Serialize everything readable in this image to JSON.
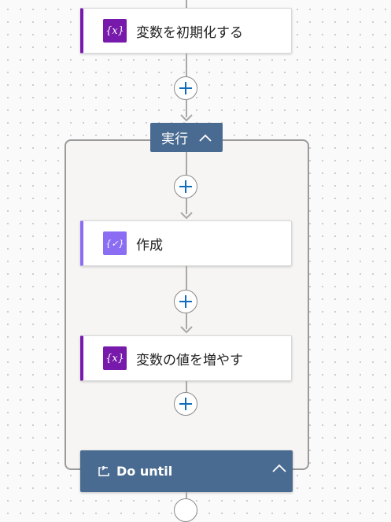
{
  "flow": {
    "initialize_variable": {
      "label": "変数を初期化する",
      "icon": "variable-icon",
      "icon_text": "{x}",
      "accent": "#7719aa"
    },
    "scope": {
      "label": "実行",
      "icon": "chevron-up-icon",
      "color": "#4a6b91"
    },
    "compose": {
      "label": "作成",
      "icon": "compose-icon",
      "icon_text": "{✓}",
      "accent": "#8a6df2"
    },
    "increment_variable": {
      "label": "変数の値を増やす",
      "icon": "variable-icon",
      "icon_text": "{x}",
      "accent": "#7719aa"
    },
    "do_until": {
      "label": "Do until",
      "icon": "loop-icon",
      "toggle_icon": "chevron-up-icon",
      "color": "#4a6b91"
    },
    "insert_step_icon": "plus-icon",
    "plus_color": "#0f6cbd"
  }
}
